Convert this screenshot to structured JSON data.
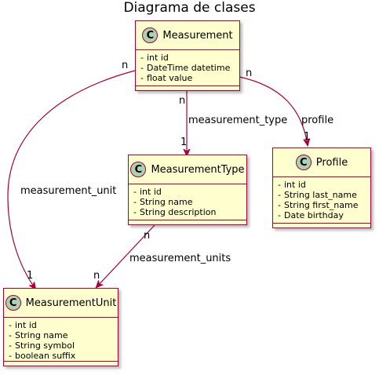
{
  "title": "Diagrama de clases",
  "colors": {
    "box_fill": "#FEFECE",
    "box_border": "#A80036",
    "icon_fill": "#ADD1B2",
    "arrow": "#A80036"
  },
  "classes": {
    "measurement": {
      "icon": "C",
      "name": "Measurement",
      "attributes": [
        "int id",
        "DateTime datetime",
        "float value"
      ]
    },
    "measurement_type": {
      "icon": "C",
      "name": "MeasurementType",
      "attributes": [
        "int id",
        "String name",
        "String description"
      ]
    },
    "profile": {
      "icon": "C",
      "name": "Profile",
      "attributes": [
        "int id",
        "String last_name",
        "String first_name",
        "Date birthday"
      ]
    },
    "measurement_unit": {
      "icon": "C",
      "name": "MeasurementUnit",
      "attributes": [
        "int id",
        "String name",
        "String symbol",
        "boolean suffix"
      ]
    }
  },
  "relations": {
    "measurement_type": {
      "label": "measurement_type",
      "from_mult": "n",
      "to_mult": "1"
    },
    "profile": {
      "label": "profile",
      "from_mult": "n",
      "to_mult": "1"
    },
    "measurement_unit": {
      "label": "measurement_unit",
      "from_mult": "n",
      "to_mult": "1"
    },
    "measurement_units": {
      "label": "measurement_units",
      "from_mult": "n",
      "to_mult": "n"
    }
  }
}
